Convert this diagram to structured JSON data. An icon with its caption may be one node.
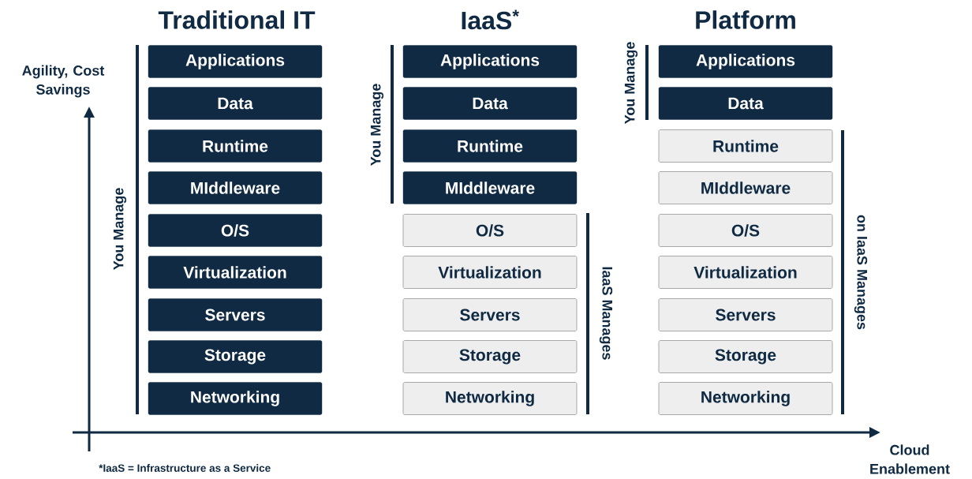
{
  "diagram": {
    "nodes": [
      {
        "text": [
          "Applications"
        ]
      },
      {
        "text": [
          "Data"
        ]
      },
      {
        "text": [
          "Runtime"
        ]
      },
      {
        "text": [
          "MIddleware"
        ]
      },
      {
        "text": [
          "O/S"
        ]
      },
      {
        "text": [
          "Virtualization"
        ]
      },
      {
        "text": [
          "Servers"
        ]
      },
      {
        "text": [
          "Storage"
        ]
      },
      {
        "text": [
          "Networking"
        ]
      },
      {
        "text": [
          "Applications"
        ]
      },
      {
        "text": [
          "Data"
        ]
      },
      {
        "text": [
          "Runtime"
        ]
      },
      {
        "text": [
          "MIddleware"
        ]
      },
      {
        "text": [
          "O/S"
        ]
      },
      {
        "text": [
          "Virtualization"
        ]
      },
      {
        "text": [
          "Servers"
        ]
      },
      {
        "text": [
          "Storage"
        ]
      },
      {
        "text": [
          "Networking"
        ]
      },
      {
        "text": [
          "Applications"
        ]
      },
      {
        "text": [
          "Data"
        ]
      },
      {
        "text": [
          "Runtime"
        ]
      },
      {
        "text": [
          "MIddleware"
        ]
      },
      {
        "text": [
          "O/S"
        ]
      },
      {
        "text": [
          "Virtualization"
        ]
      },
      {
        "text": [
          "Servers"
        ]
      },
      {
        "text": [
          "Storage"
        ]
      },
      {
        "text": [
          "Networking"
        ]
      }
    ],
    "edges": [],
    "labels": [
      "Traditional IT",
      "IaaS$^{*}$",
      "Platform",
      "Agility, Cost Savings",
      "You Manage",
      "You Manage",
      "IaaS Manages",
      "You Manage",
      "on IaaS Manages",
      "Cloud Enablement",
      "*IaaS = Infrastructure as a Service"
    ]
  }
}
